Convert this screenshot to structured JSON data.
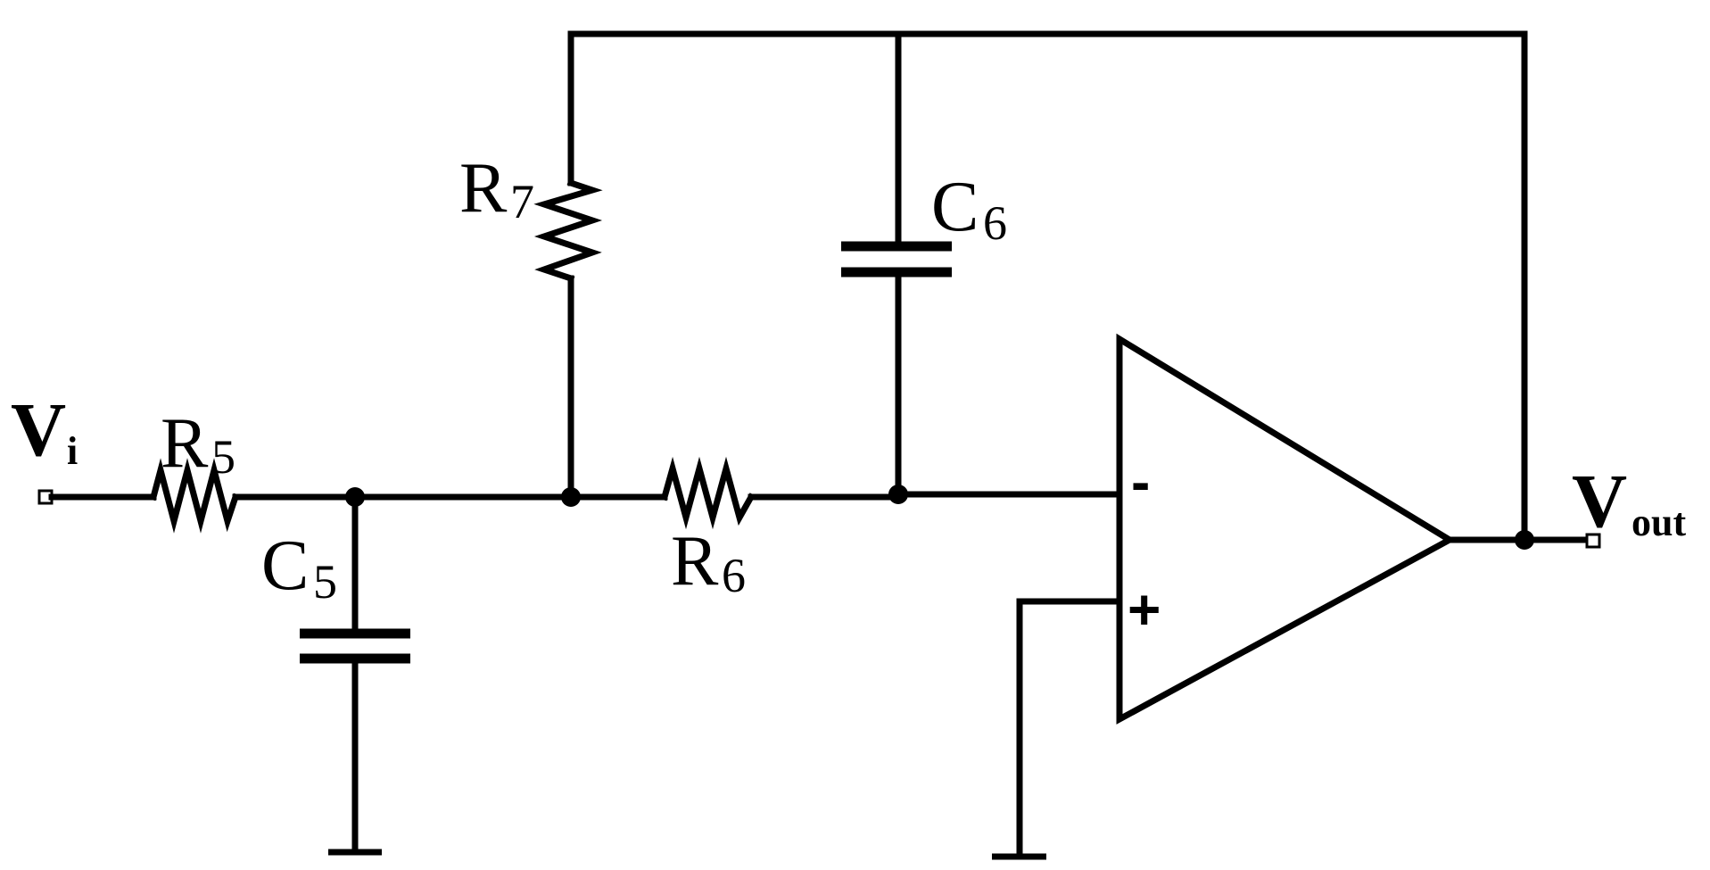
{
  "labels": {
    "vi": {
      "main": "V",
      "sub": "i"
    },
    "vout": {
      "main": "V",
      "sub": "out"
    },
    "r5": {
      "main": "R",
      "sub": "5"
    },
    "r6": {
      "main": "R",
      "sub": "6"
    },
    "r7": {
      "main": "R",
      "sub": "7"
    },
    "c5": {
      "main": "C",
      "sub": "5"
    },
    "c6": {
      "main": "C",
      "sub": "6"
    },
    "inv_input": "-",
    "noninv_input": "+"
  }
}
